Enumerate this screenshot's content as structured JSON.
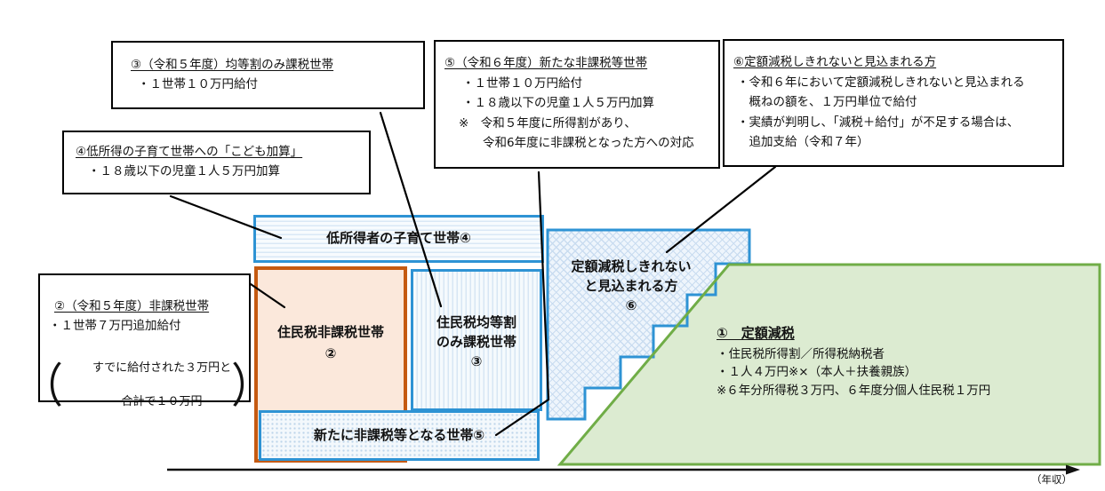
{
  "colors": {
    "blue_border": "#2E93D4",
    "orange_border": "#C55A11",
    "green_border": "#70AD47",
    "green_fill": "#DCEBD1",
    "peach_fill": "#FBE8DB",
    "callout_border": "#000000"
  },
  "callouts": {
    "c2": {
      "title": "②（令和５年度）非課税世帯",
      "lines": [
        "・１世帯７万円追加給付"
      ],
      "note": {
        "open": "（",
        "lines": [
          "すでに給付された３万円と",
          "合計で１０万円"
        ],
        "close": "）"
      }
    },
    "c3": {
      "title": "③（令和５年度）均等割のみ課税世帯",
      "lines": [
        "・１世帯１０万円給付"
      ]
    },
    "c4": {
      "title": "④低所得の子育て世帯への「こども加算」",
      "lines": [
        "・１８歳以下の児童１人５万円加算"
      ]
    },
    "c5": {
      "title": "⑤（令和６年度）新たな非課税等世帯",
      "lines": [
        "・１世帯１０万円給付",
        "・１８歳以下の児童１人５万円加算",
        "※　令和５年度に所得割があり、",
        "　　令和6年度に非課税となった方への対応"
      ]
    },
    "c6": {
      "title": "⑥定額減税しきれないと見込まれる方",
      "lines": [
        "・令和６年において定額減税しきれないと見込まれる",
        "　概ねの額を、１万円単位で給付",
        "・実績が判明し、「減税＋給付」が不足する場合は、",
        "　追加支給（令和７年）"
      ]
    }
  },
  "boxes": {
    "b4": {
      "label": "低所得者の子育て世帯④"
    },
    "b2": {
      "lines": [
        "住民税非課税世帯",
        "②"
      ]
    },
    "b3": {
      "lines": [
        "住民税均等割",
        "のみ課税世帯",
        "③"
      ]
    },
    "b5": {
      "label": "新たに非課税等となる世帯⑤"
    },
    "b6": {
      "lines": [
        "定額減税しきれない",
        "と見込まれる方",
        "⑥"
      ]
    },
    "b1": {
      "title": "①　定額減税",
      "lines": [
        "・住民税所得割／所得税納税者",
        "・１人４万円※×（本人＋扶養親族）",
        "※６年分所得税３万円、６年度分個人住民税１万円"
      ]
    }
  },
  "axis": {
    "label": "（年収）"
  }
}
